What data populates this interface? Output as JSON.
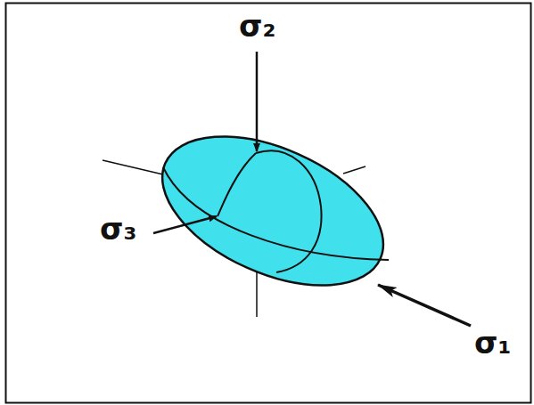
{
  "diagram": {
    "labels": [
      "σ₂",
      "σ₃",
      "σ₁"
    ]
  }
}
